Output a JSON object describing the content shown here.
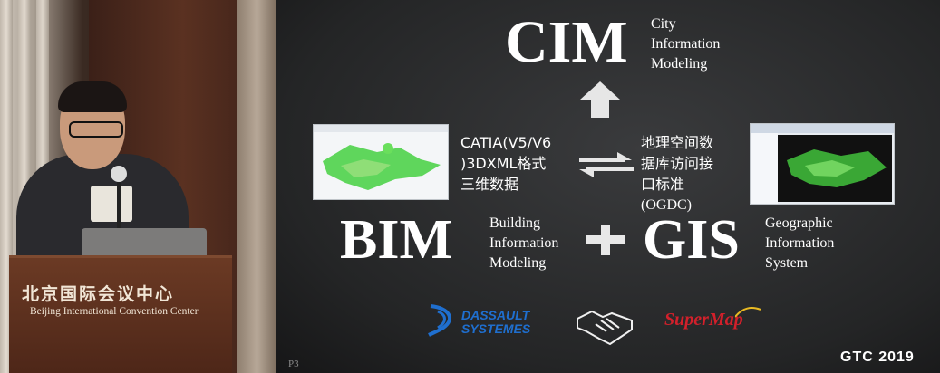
{
  "podium": {
    "cn_name": "北京国际会议中心",
    "en_name": "Beijing International Convention Center"
  },
  "slide": {
    "cim": {
      "acronym": "CIM",
      "words": [
        "City",
        "Information",
        "Modeling"
      ]
    },
    "bim": {
      "acronym": "BIM",
      "words": [
        "Building",
        "Information",
        "Modeling"
      ]
    },
    "gis": {
      "acronym": "GIS",
      "words": [
        "Geographic",
        "Information",
        "System"
      ]
    },
    "catia_text": [
      "CATIA(V5/V6",
      ")3DXML格式",
      "三维数据"
    ],
    "ogdc_text": [
      "地理空间数",
      "据库访问接",
      "口标准",
      "(OGDC)"
    ],
    "logos": {
      "dassault": [
        "DASSAULT",
        "SYSTEMES"
      ],
      "supermap": "SuperMap"
    },
    "page_number": "P3",
    "event": "GTC 2019"
  },
  "colors": {
    "slide_bg": "#2c2d2f",
    "dassault_blue": "#1f6fcf",
    "supermap_red": "#d2202b",
    "terrain_green": "#4fd34a"
  }
}
